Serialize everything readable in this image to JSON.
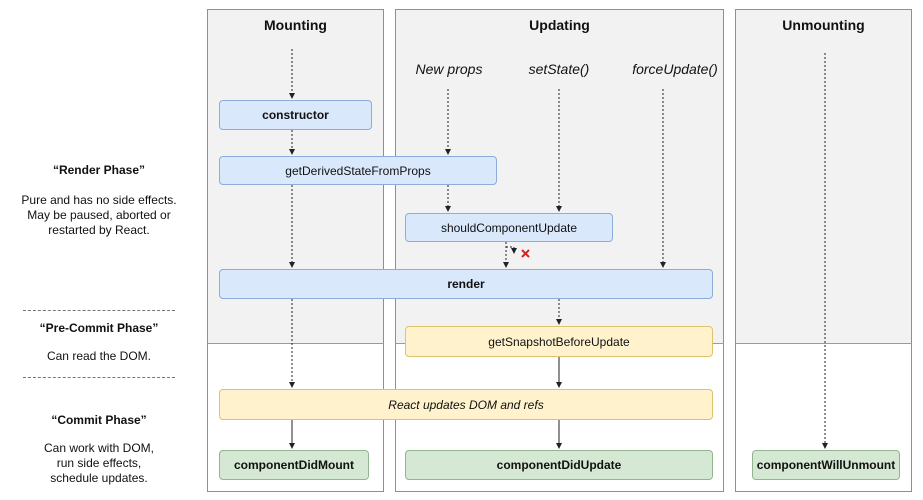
{
  "columns": {
    "mounting": "Mounting",
    "updating": "Updating",
    "unmounting": "Unmounting"
  },
  "triggers": {
    "new_props": "New props",
    "set_state": "setState()",
    "force_update": "forceUpdate()"
  },
  "lifecycle": {
    "constructor": "constructor",
    "get_derived_state": "getDerivedStateFromProps",
    "should_component_update": "shouldComponentUpdate",
    "render": "render",
    "get_snapshot": "getSnapshotBeforeUpdate",
    "react_updates": "React updates DOM and refs",
    "did_mount": "componentDidMount",
    "did_update": "componentDidUpdate",
    "will_unmount": "componentWillUnmount"
  },
  "phases": {
    "render": {
      "title": "“Render Phase”",
      "lines": [
        "Pure and has no side effects.",
        "May be paused, aborted or",
        "restarted by React."
      ]
    },
    "precommit": {
      "title": "“Pre-Commit Phase”",
      "lines": [
        "Can read the DOM."
      ]
    },
    "commit": {
      "title": "“Commit Phase”",
      "lines": [
        "Can work with DOM,",
        "run side effects,",
        "schedule updates."
      ]
    }
  },
  "colors": {
    "render_box_fill": "#dae8fc",
    "precommit_box_fill": "#fff2cc",
    "commit_box_fill": "#d5e8d4",
    "column_render_area": "#f2f2f2",
    "abort_marker": "#e02020"
  },
  "icons": {
    "abort": "cross-icon"
  }
}
